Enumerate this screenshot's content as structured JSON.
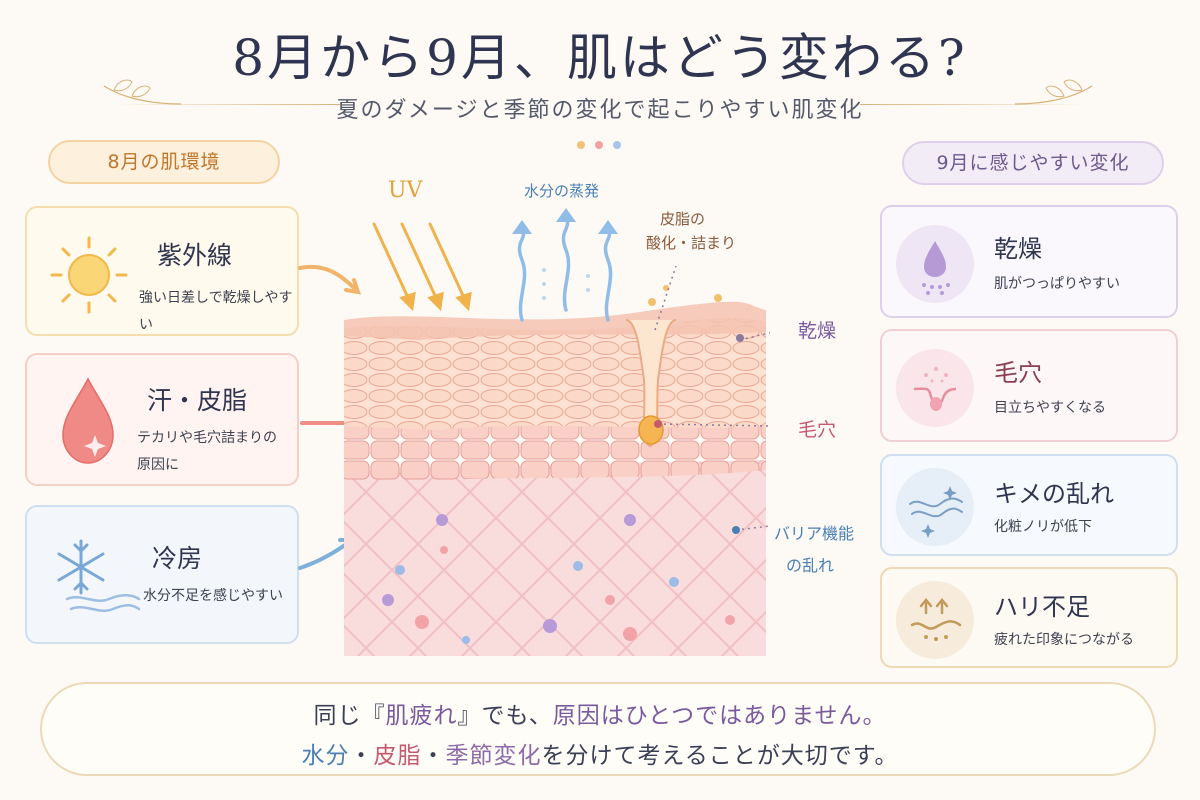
{
  "header": {
    "title": "8月から9月、肌はどう変わる?",
    "subtitle": "夏のダメージと季節の変化で起こりやすい肌変化"
  },
  "left": {
    "heading": "8月の肌環境",
    "cards": [
      {
        "title": "紫外線",
        "desc_lines": [
          "強い日差しで乾燥しやすい"
        ],
        "icon": "sun-icon"
      },
      {
        "title": "汗・皮脂",
        "desc_lines": [
          "テカリや毛穴詰まりの",
          "原因に"
        ],
        "icon": "droplet-icon"
      },
      {
        "title": "冷房",
        "desc_lines": [
          "水分不足を感じやすい"
        ],
        "icon": "snowflake-icon"
      }
    ]
  },
  "right": {
    "heading": "9月に感じやすい変化",
    "cards": [
      {
        "title": "乾燥",
        "desc": "肌がつっぱりやすい",
        "icon": "dry-drop-icon"
      },
      {
        "title": "毛穴",
        "desc": "目立ちやすくなる",
        "icon": "pore-icon"
      },
      {
        "title": "キメの乱れ",
        "desc": "化粧ノリが低下",
        "icon": "texture-wave-icon"
      },
      {
        "title": "ハリ不足",
        "desc": "疲れた印象につながる",
        "icon": "firmness-icon"
      }
    ]
  },
  "diagram": {
    "uv_label": "UV",
    "evaporation_label": "水分の蒸発",
    "sebum_label_lines": [
      "皮脂の",
      "酸化・詰まり"
    ],
    "dry_label": "乾燥",
    "pore_label": "毛穴",
    "barrier_label_lines": [
      "バリア機能",
      "の乱れ"
    ]
  },
  "footer": {
    "line1": {
      "pre": "同じ『",
      "em1": "肌疲れ",
      "mid": "』でも、",
      "em2": "原因はひとつではありません。",
      "post": ""
    },
    "line2": {
      "k1": "水分",
      "sep1": "・",
      "k2": "皮脂",
      "sep2": "・",
      "k3": "季節変化",
      "rest": "を分けて考えることが大切です。"
    }
  },
  "colors": {
    "accent_gold": "#d9b27a",
    "orange": "#c3752a",
    "purple": "#7a5a9e",
    "blue": "#4a7fb5",
    "red": "#c45a6e",
    "skin": "#f6c9bd"
  }
}
